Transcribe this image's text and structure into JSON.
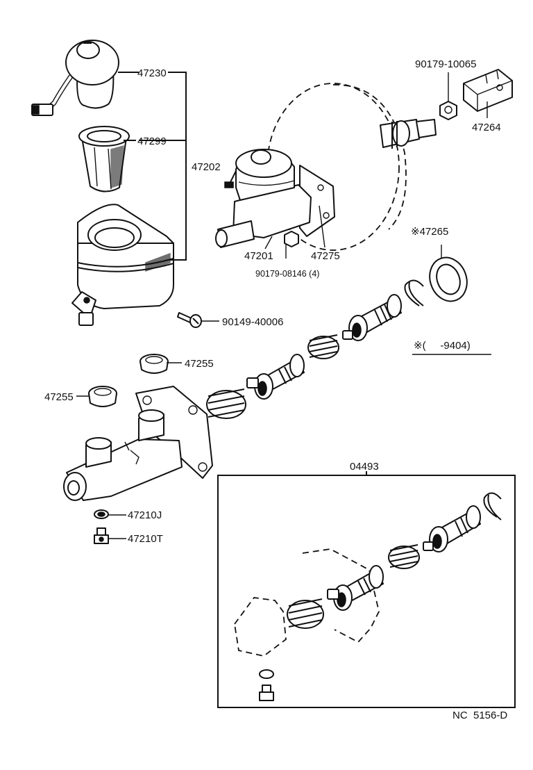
{
  "labels": {
    "p47230": "47230",
    "p47299": "47299",
    "p47202": "47202",
    "p90179_10065": "90179-10065",
    "p47264": "47264",
    "p47201": "47201",
    "p47275": "47275",
    "p90179_08146": "90179-08146 (4)",
    "p47265": "※47265",
    "p90149_40006": "90149-40006",
    "note": "※(     -9404)",
    "p47255_upper": "47255",
    "p47255_lower": "47255",
    "p04493": "04493",
    "p47210J": "47210J",
    "p47210T": "47210T",
    "drawing_code": "NC  5156-D"
  }
}
